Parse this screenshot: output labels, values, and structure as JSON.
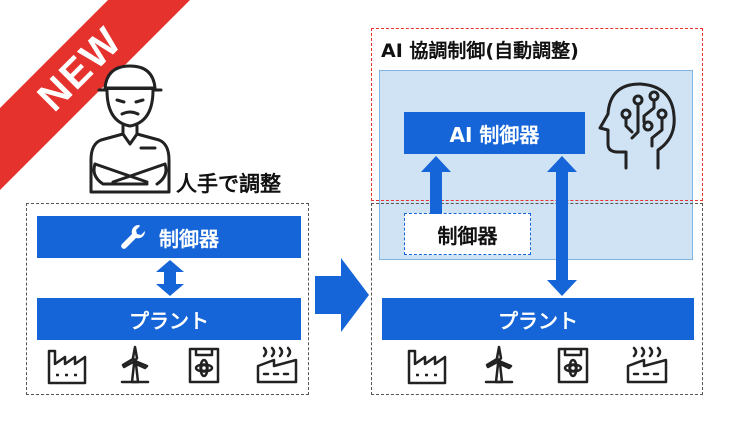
{
  "badge": {
    "text": "NEW"
  },
  "left": {
    "human_label": "人手で調整",
    "controller_label": "制御器",
    "plant_label": "プラント"
  },
  "right": {
    "title": "AI 協調制御(自動調整)",
    "ai_controller_label": "AI 制御器",
    "controller_label": "制御器",
    "plant_label": "プラント"
  },
  "colors": {
    "accent": "#1565d8",
    "ai_zone": "#cfe3f5",
    "badge": "#e5322d",
    "highlight": "#e5322d"
  },
  "icons": [
    "factory-icon",
    "wind-turbine-icon",
    "power-plant-icon",
    "factory-smoke-icon"
  ]
}
